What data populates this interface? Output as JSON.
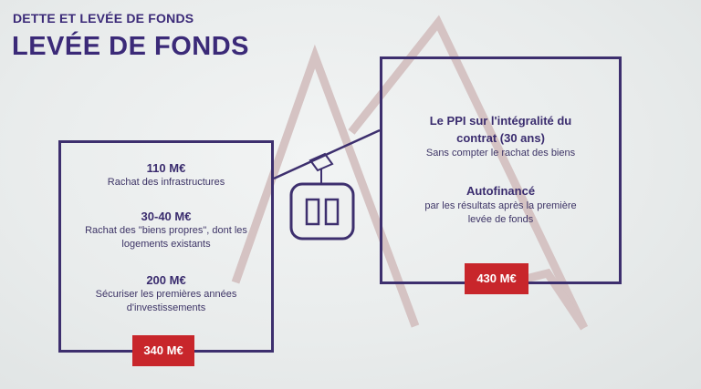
{
  "slide": {
    "supertitle": "DETTE ET LEVÉE DE FONDS",
    "title": "LEVÉE DE FONDS"
  },
  "left_box": {
    "items": [
      {
        "value": "110 M€",
        "description": [
          "Rachat des infrastructures"
        ]
      },
      {
        "value": "30-40 M€",
        "description": [
          "Rachat des \"biens propres\", dont les",
          "logements existants"
        ]
      },
      {
        "value": "200 M€",
        "description": [
          "Sécuriser les premières années",
          "d'investissements"
        ]
      }
    ],
    "total": "340 M€"
  },
  "right_box": {
    "heading": [
      "Le PPI sur l'intégralité du",
      "contrat (30 ans)"
    ],
    "heading_sub": "Sans compter le rachat des biens",
    "section_title": "Autofinancé",
    "section_text": [
      "par les résultats après la première",
      "levée de fonds"
    ],
    "total": "430 M€"
  },
  "icons": [
    "mountain-outline-icon",
    "cable-car-icon"
  ],
  "colors": {
    "primary_text": "#3b2a78",
    "badge": "#c8262b",
    "mountain": "#cdbcbc"
  }
}
